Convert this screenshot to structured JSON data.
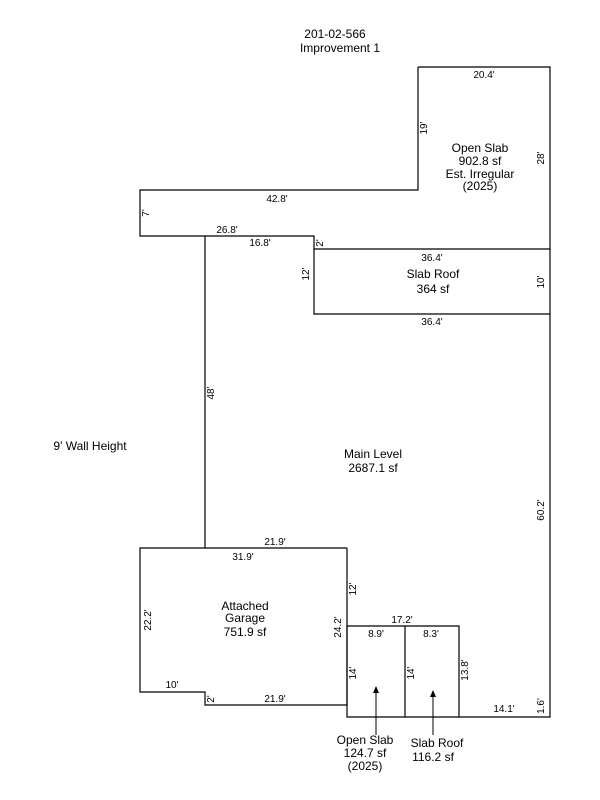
{
  "header": {
    "parcel_id": "201-02-566",
    "improvement": "Improvement 1"
  },
  "wall_height": "9' Wall Height",
  "areas": {
    "open_slab_top": {
      "name": "Open Slab",
      "size": "902.8 sf",
      "note": "Est. Irregular",
      "year": "(2025)"
    },
    "slab_roof_top": {
      "name": "Slab Roof",
      "size": "364 sf"
    },
    "main_level": {
      "name": "Main Level",
      "size": "2687.1 sf"
    },
    "garage": {
      "name_line1": "Attached",
      "name_line2": "Garage",
      "size": "751.9 sf"
    },
    "open_slab_bottom": {
      "name": "Open Slab",
      "size": "124.7 sf",
      "year": "(2025)"
    },
    "slab_roof_bottom": {
      "name": "Slab Roof",
      "size": "116.2 sf"
    }
  },
  "dimensions": {
    "top_20_4": "20.4'",
    "right_28": "28'",
    "left_19": "19'",
    "top_42_8": "42.8'",
    "left_7": "7'",
    "top_26_8": "26.8'",
    "inner_16_8": "16.8'",
    "small_2_top": "2'",
    "slab_36_4_top": "36.4'",
    "slab_12": "12'",
    "slab_10": "10'",
    "slab_36_4_bottom": "36.4'",
    "main_48": "48'",
    "main_60_2": "60.2'",
    "garage_21_9_top": "21.9'",
    "garage_31_9": "31.9'",
    "garage_22_2": "22.2'",
    "garage_12": "12'",
    "garage_24_2": "24.2'",
    "porch_17_2": "17.2'",
    "porch_8_9": "8.9'",
    "porch_8_3": "8.3'",
    "porch_13_8": "13.8'",
    "porch_14_left": "14'",
    "porch_14_mid": "14'",
    "garage_10": "10'",
    "small_2_bottom": "2'",
    "garage_21_9_bottom": "21.9'",
    "bottom_14_1": "14.1'",
    "bottom_1_6": "1.6'"
  }
}
